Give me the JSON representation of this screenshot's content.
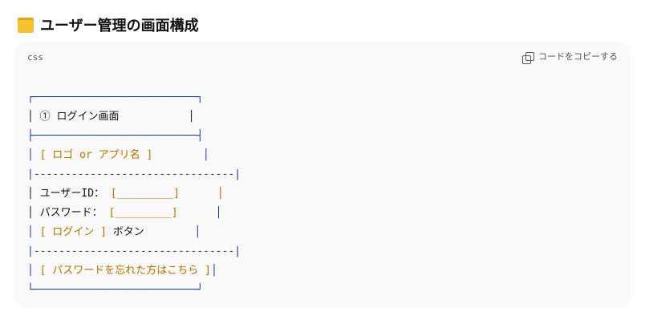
{
  "heading": {
    "icon": "folder-icon",
    "title": "ユーザー管理の画面構成"
  },
  "code": {
    "language": "css",
    "copy_label": "コードをコピーする",
    "lines": [
      [
        {
          "t": "┌──────────────────────────┐",
          "c": "b"
        }
      ],
      [
        {
          "t": "│ ① ログイン画面           │",
          "c": ""
        }
      ],
      [
        {
          "t": "├──────────────────────────┤",
          "c": "b"
        }
      ],
      [
        {
          "t": "│ ",
          "c": "b"
        },
        {
          "t": "[ ロゴ or アプリ名 ]",
          "c": "o"
        },
        {
          "t": "        │",
          "c": "b"
        }
      ],
      [
        {
          "t": "|--------------------------------|",
          "c": "b"
        }
      ],
      [
        {
          "t": "│ ユーザーID： ",
          "c": ""
        },
        {
          "t": "[_________]",
          "c": "o"
        },
        {
          "t": "      │",
          "c": "br"
        }
      ],
      [
        {
          "t": "│ パスワード： ",
          "c": ""
        },
        {
          "t": "[_________]",
          "c": "o"
        },
        {
          "t": "      │",
          "c": "b"
        }
      ],
      [
        {
          "t": "│ ",
          "c": "b"
        },
        {
          "t": "[ ログイン ]",
          "c": "o"
        },
        {
          "t": " ボタン",
          "c": ""
        },
        {
          "t": "        │",
          "c": "b"
        }
      ],
      [
        {
          "t": "|--------------------------------|",
          "c": "b"
        }
      ],
      [
        {
          "t": "│ ",
          "c": "b"
        },
        {
          "t": "[ パスワードを忘れた方はこちら ]",
          "c": "o"
        },
        {
          "t": "│",
          "c": "b"
        }
      ],
      [
        {
          "t": "└──────────────────────────┘",
          "c": "b"
        }
      ]
    ]
  }
}
